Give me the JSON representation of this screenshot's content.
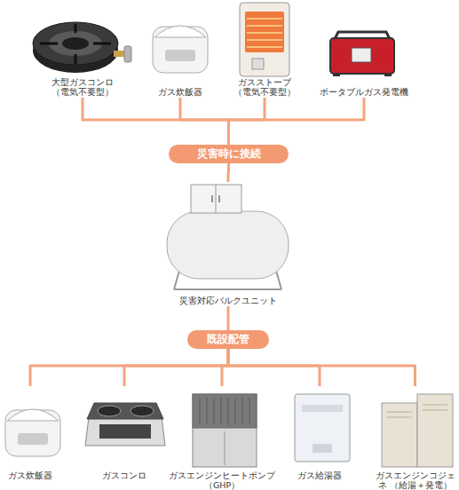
{
  "diagram": {
    "nodes": [
      {
        "text": [
          "大型ガスコンロ （電気不要型）"
        ]
      },
      {
        "text": [
          "ガス炊飯器"
        ]
      },
      {
        "text": [
          "ガスストーブ （電気不要型）"
        ]
      },
      {
        "text": [
          "ポータブルガス発電機"
        ]
      },
      {
        "text": [
          "災害時に接続"
        ]
      },
      {
        "text": [
          "災害対応バルクユニット"
        ]
      },
      {
        "text": [
          "既設配管"
        ]
      },
      {
        "text": [
          "ガス炊飯器"
        ]
      },
      {
        "text": [
          "ガスコンロ"
        ]
      },
      {
        "text": [
          "ガスエンジンヒートポンプ （GHP）"
        ]
      },
      {
        "text": [
          "ガス給湯器"
        ]
      },
      {
        "text": [
          "ガスエンジンコジェネ （給湯＋発電）"
        ]
      }
    ],
    "edges": [
      {
        "from": 0,
        "to": 4,
        "arrow": "none"
      },
      {
        "from": 1,
        "to": 4,
        "arrow": "none"
      },
      {
        "from": 2,
        "to": 4,
        "arrow": "none"
      },
      {
        "from": 3,
        "to": 4,
        "arrow": "none"
      },
      {
        "from": 4,
        "to": 5,
        "arrow": "none"
      },
      {
        "from": 5,
        "to": 6,
        "arrow": "none"
      },
      {
        "from": 6,
        "to": 7,
        "arrow": "none"
      },
      {
        "from": 6,
        "to": 8,
        "arrow": "none"
      },
      {
        "from": 6,
        "to": 9,
        "arrow": "none"
      },
      {
        "from": 6,
        "to": 10,
        "arrow": "none"
      },
      {
        "from": 6,
        "to": 11,
        "arrow": "none"
      }
    ]
  }
}
